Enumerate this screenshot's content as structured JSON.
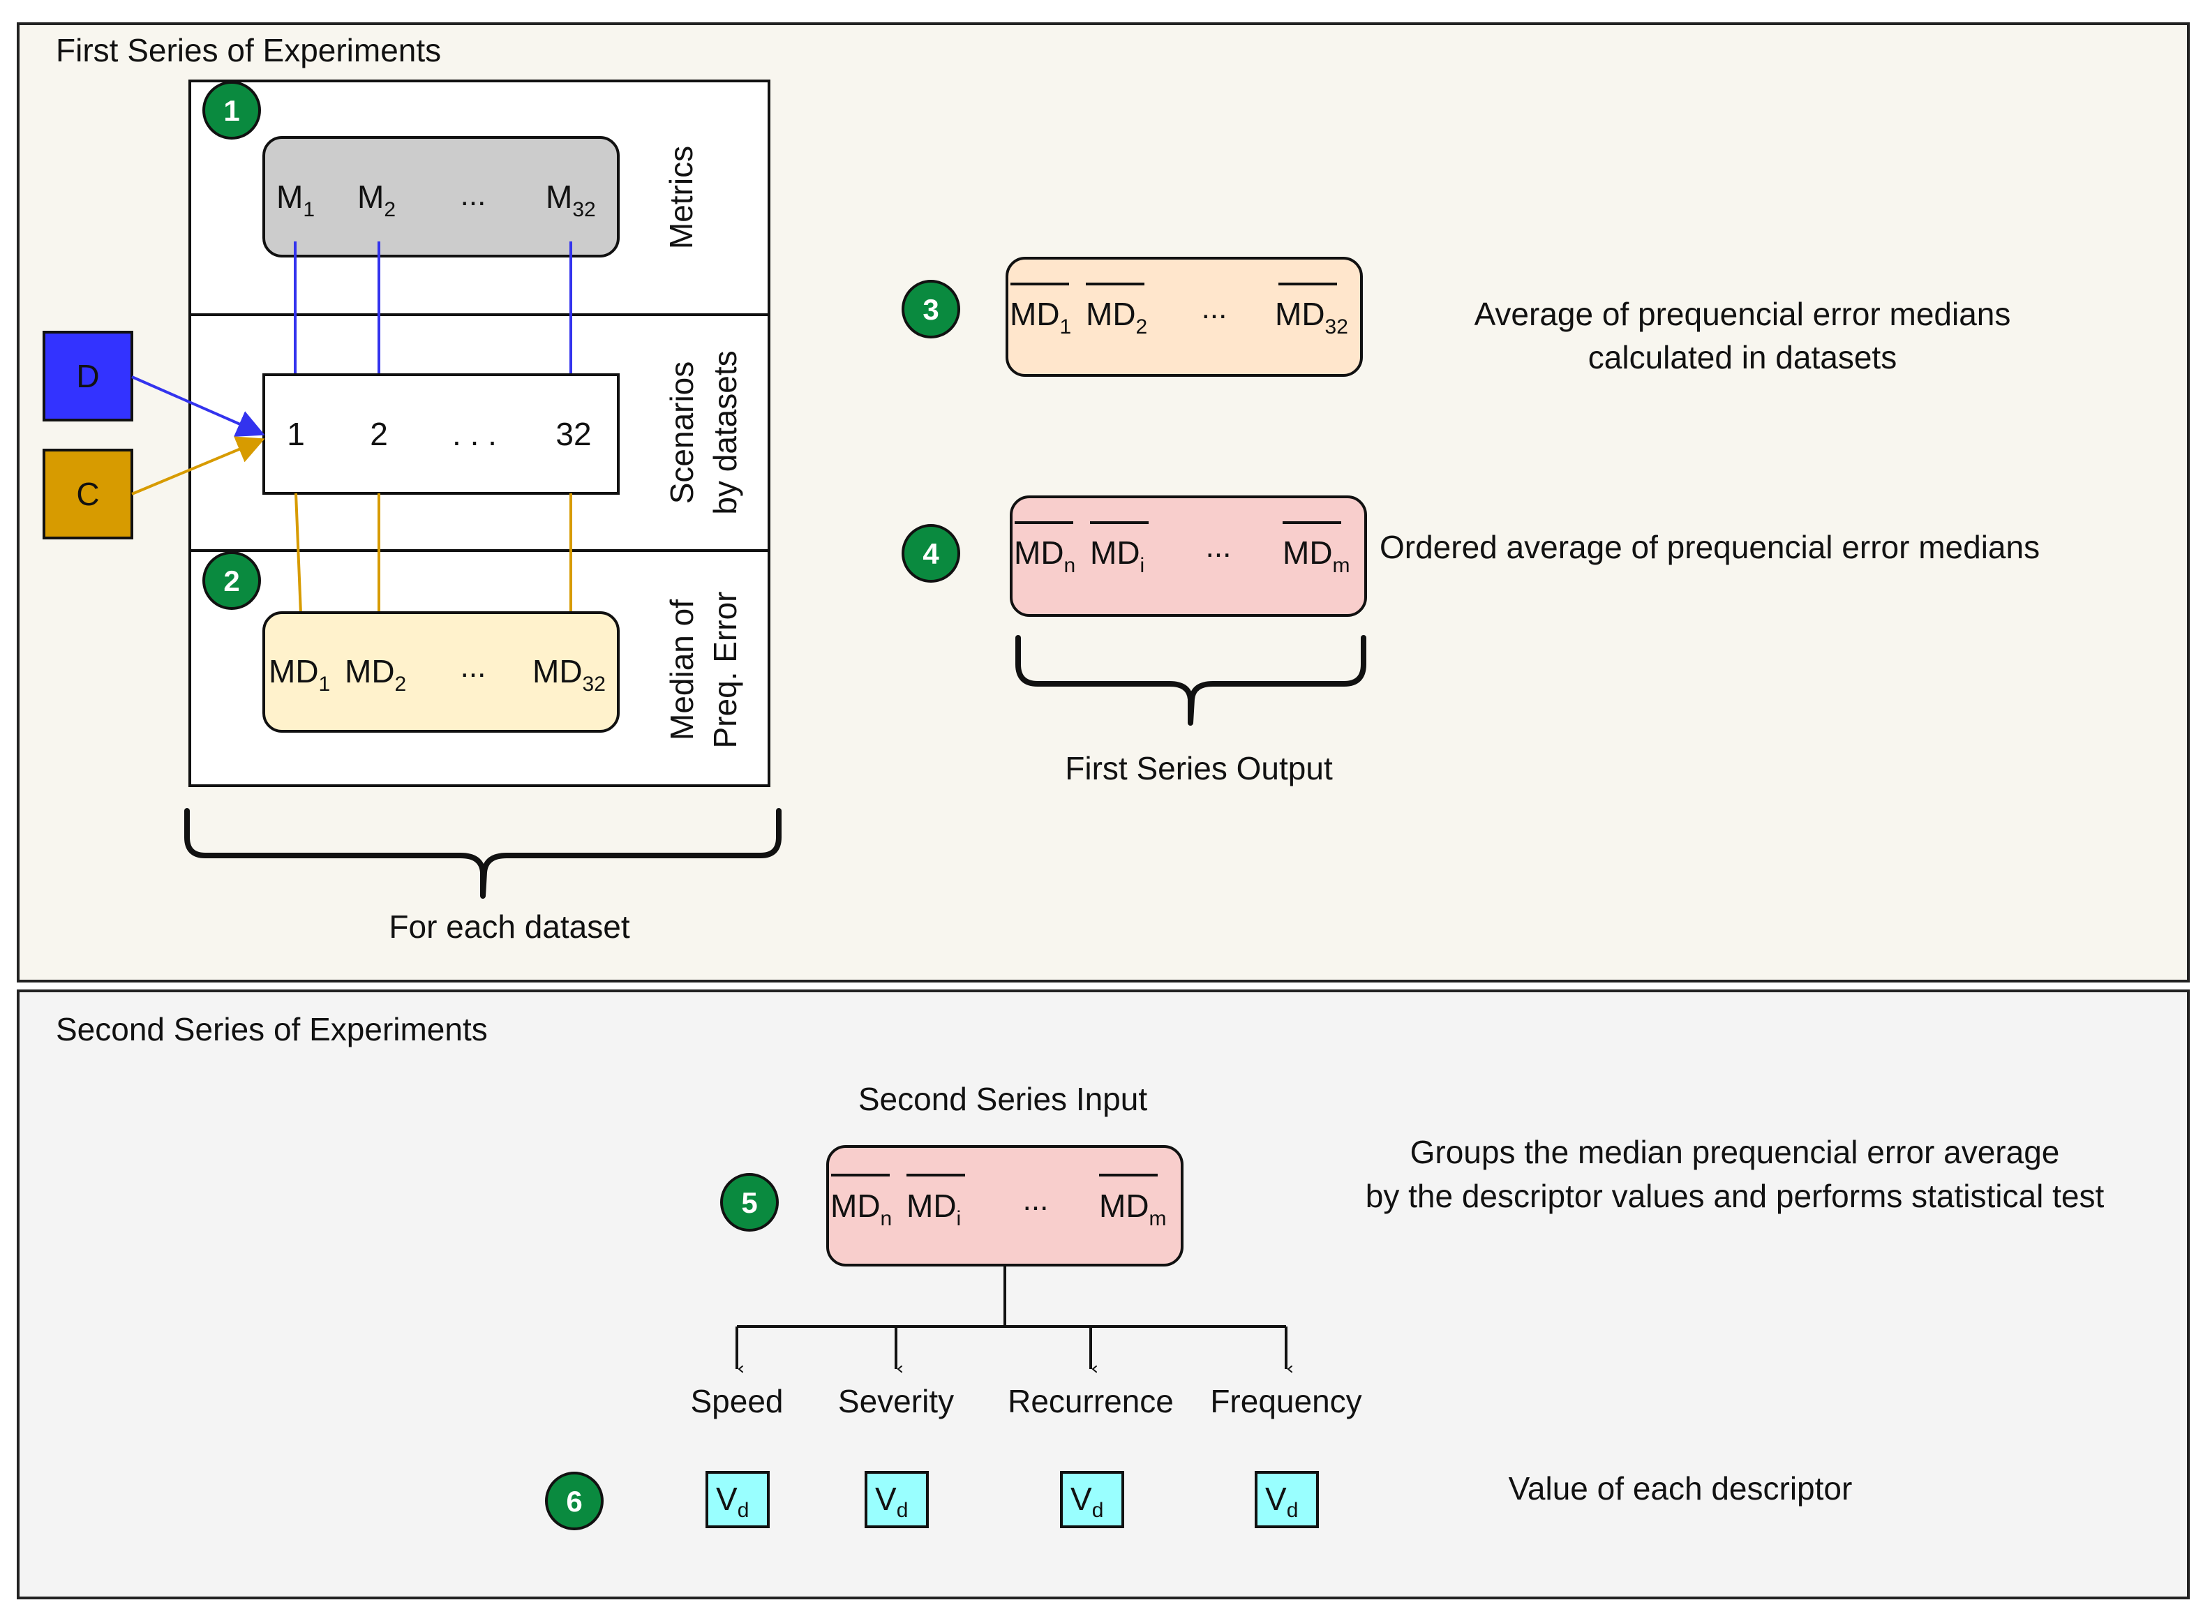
{
  "panel1": {
    "title": "First Series of Experiments",
    "bg": "#f8f6ef",
    "steps": {
      "s1": "1",
      "s2": "2",
      "s3": "3",
      "s4": "4"
    },
    "metrics_label": "Metrics",
    "scenarios_label_1": "Scenarios",
    "scenarios_label_2": "by datasets",
    "median_label_1": "Median of",
    "median_label_2": "Preq. Error",
    "metrics": {
      "m1": "M",
      "m1_sub": "1",
      "m2": "M",
      "m2_sub": "2",
      "dots": "...",
      "m32": "M",
      "m32_sub": "32"
    },
    "scenarios": {
      "s1": "1",
      "s2": "2",
      "dots": ". . .",
      "s32": "32"
    },
    "medians": {
      "md1": "MD",
      "md1_sub": "1",
      "md2": "MD",
      "md2_sub": "2",
      "dots": "...",
      "md32": "MD",
      "md32_sub": "32"
    },
    "input_d": "D",
    "input_c": "C",
    "brace_label": "For each dataset",
    "avg": {
      "md1": "MD",
      "md1_sub": "1",
      "md2": "MD",
      "md2_sub": "2",
      "dots": "...",
      "md32": "MD",
      "md32_sub": "32"
    },
    "avg_desc_1": "Average of prequencial error medians",
    "avg_desc_2": "calculated in datasets",
    "ordered": {
      "mdn": "MD",
      "mdn_sub": "n",
      "mdi": "MD",
      "mdi_sub": "i",
      "dots": "...",
      "mdm": "MD",
      "mdm_sub": "m"
    },
    "ordered_desc": "Ordered average of prequencial error medians",
    "output_label": "First Series Output"
  },
  "panel2": {
    "title": "Second Series of Experiments",
    "bg": "#f4f4f4",
    "steps": {
      "s5": "5",
      "s6": "6"
    },
    "input_label": "Second Series Input",
    "input": {
      "mdn": "MD",
      "mdn_sub": "n",
      "mdi": "MD",
      "mdi_sub": "i",
      "dots": "...",
      "mdm": "MD",
      "mdm_sub": "m"
    },
    "group_desc_1": "Groups the median prequencial error average",
    "group_desc_2": "by the descriptor values and performs statistical test",
    "descriptors": [
      "Speed",
      "Severity",
      "Recurrence",
      "Frequency"
    ],
    "value": {
      "v": "V",
      "sub": "d"
    },
    "value_desc": "Value of each descriptor"
  },
  "colors": {
    "metrics_box": "#cccccc",
    "medians_box": "#fff2cc",
    "avg_box": "#ffe6cc",
    "ordered_box": "#f8cecc",
    "d_box": "#3333ff",
    "c_box": "#d79b00",
    "blue_line": "#3333ee",
    "orange_line": "#d79b00",
    "step_circle": "#0a8a3f",
    "value_box": "#99ffff"
  }
}
